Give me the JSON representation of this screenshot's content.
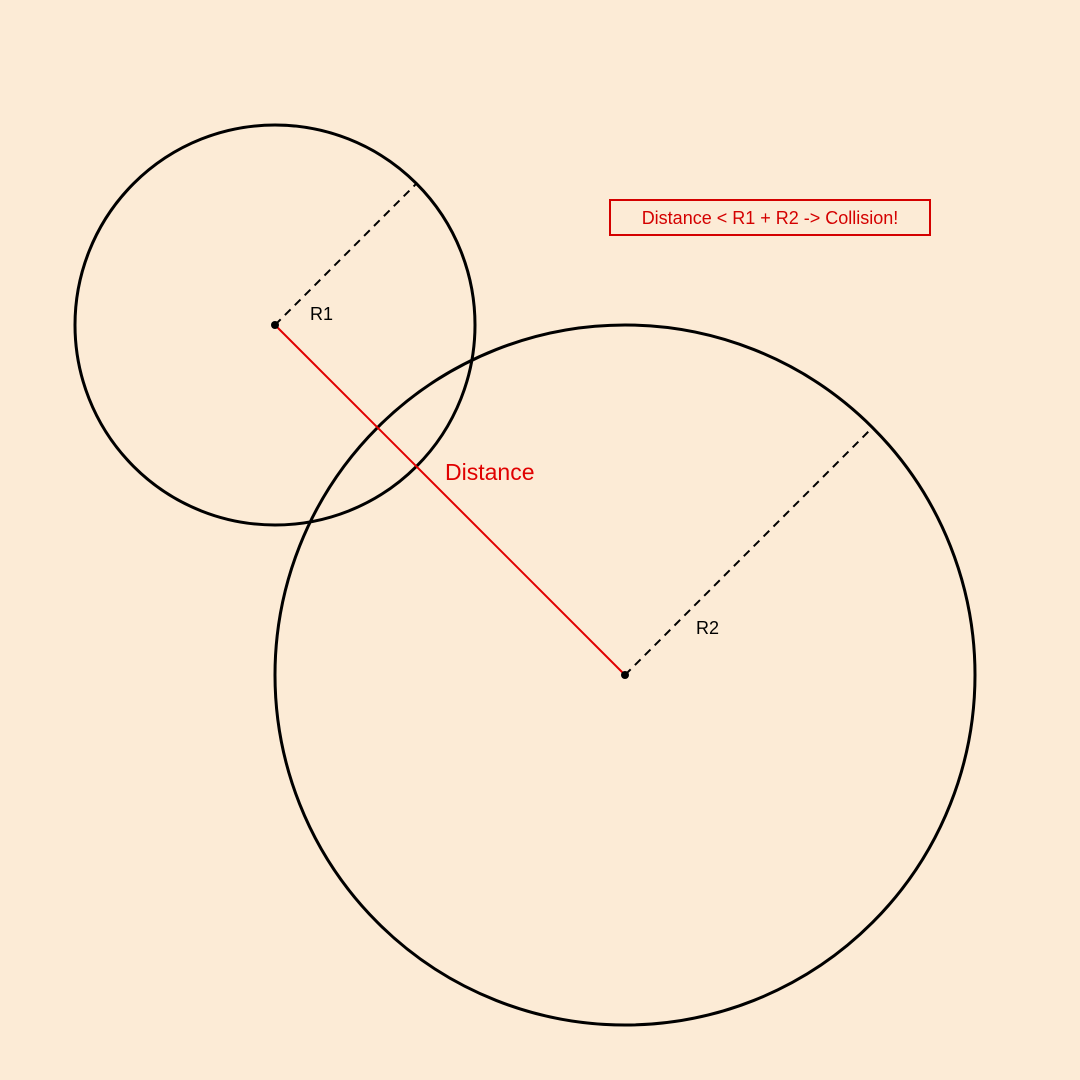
{
  "colors": {
    "background": "#fcebd6",
    "circle_stroke": "#000000",
    "distance_line": "#e00000",
    "note_text": "#d40000",
    "note_border": "#d40000"
  },
  "labels": {
    "r1": "R1",
    "r2": "R2",
    "distance": "Distance",
    "collision_note": "Distance < R1 + R2 -> Collision!"
  }
}
